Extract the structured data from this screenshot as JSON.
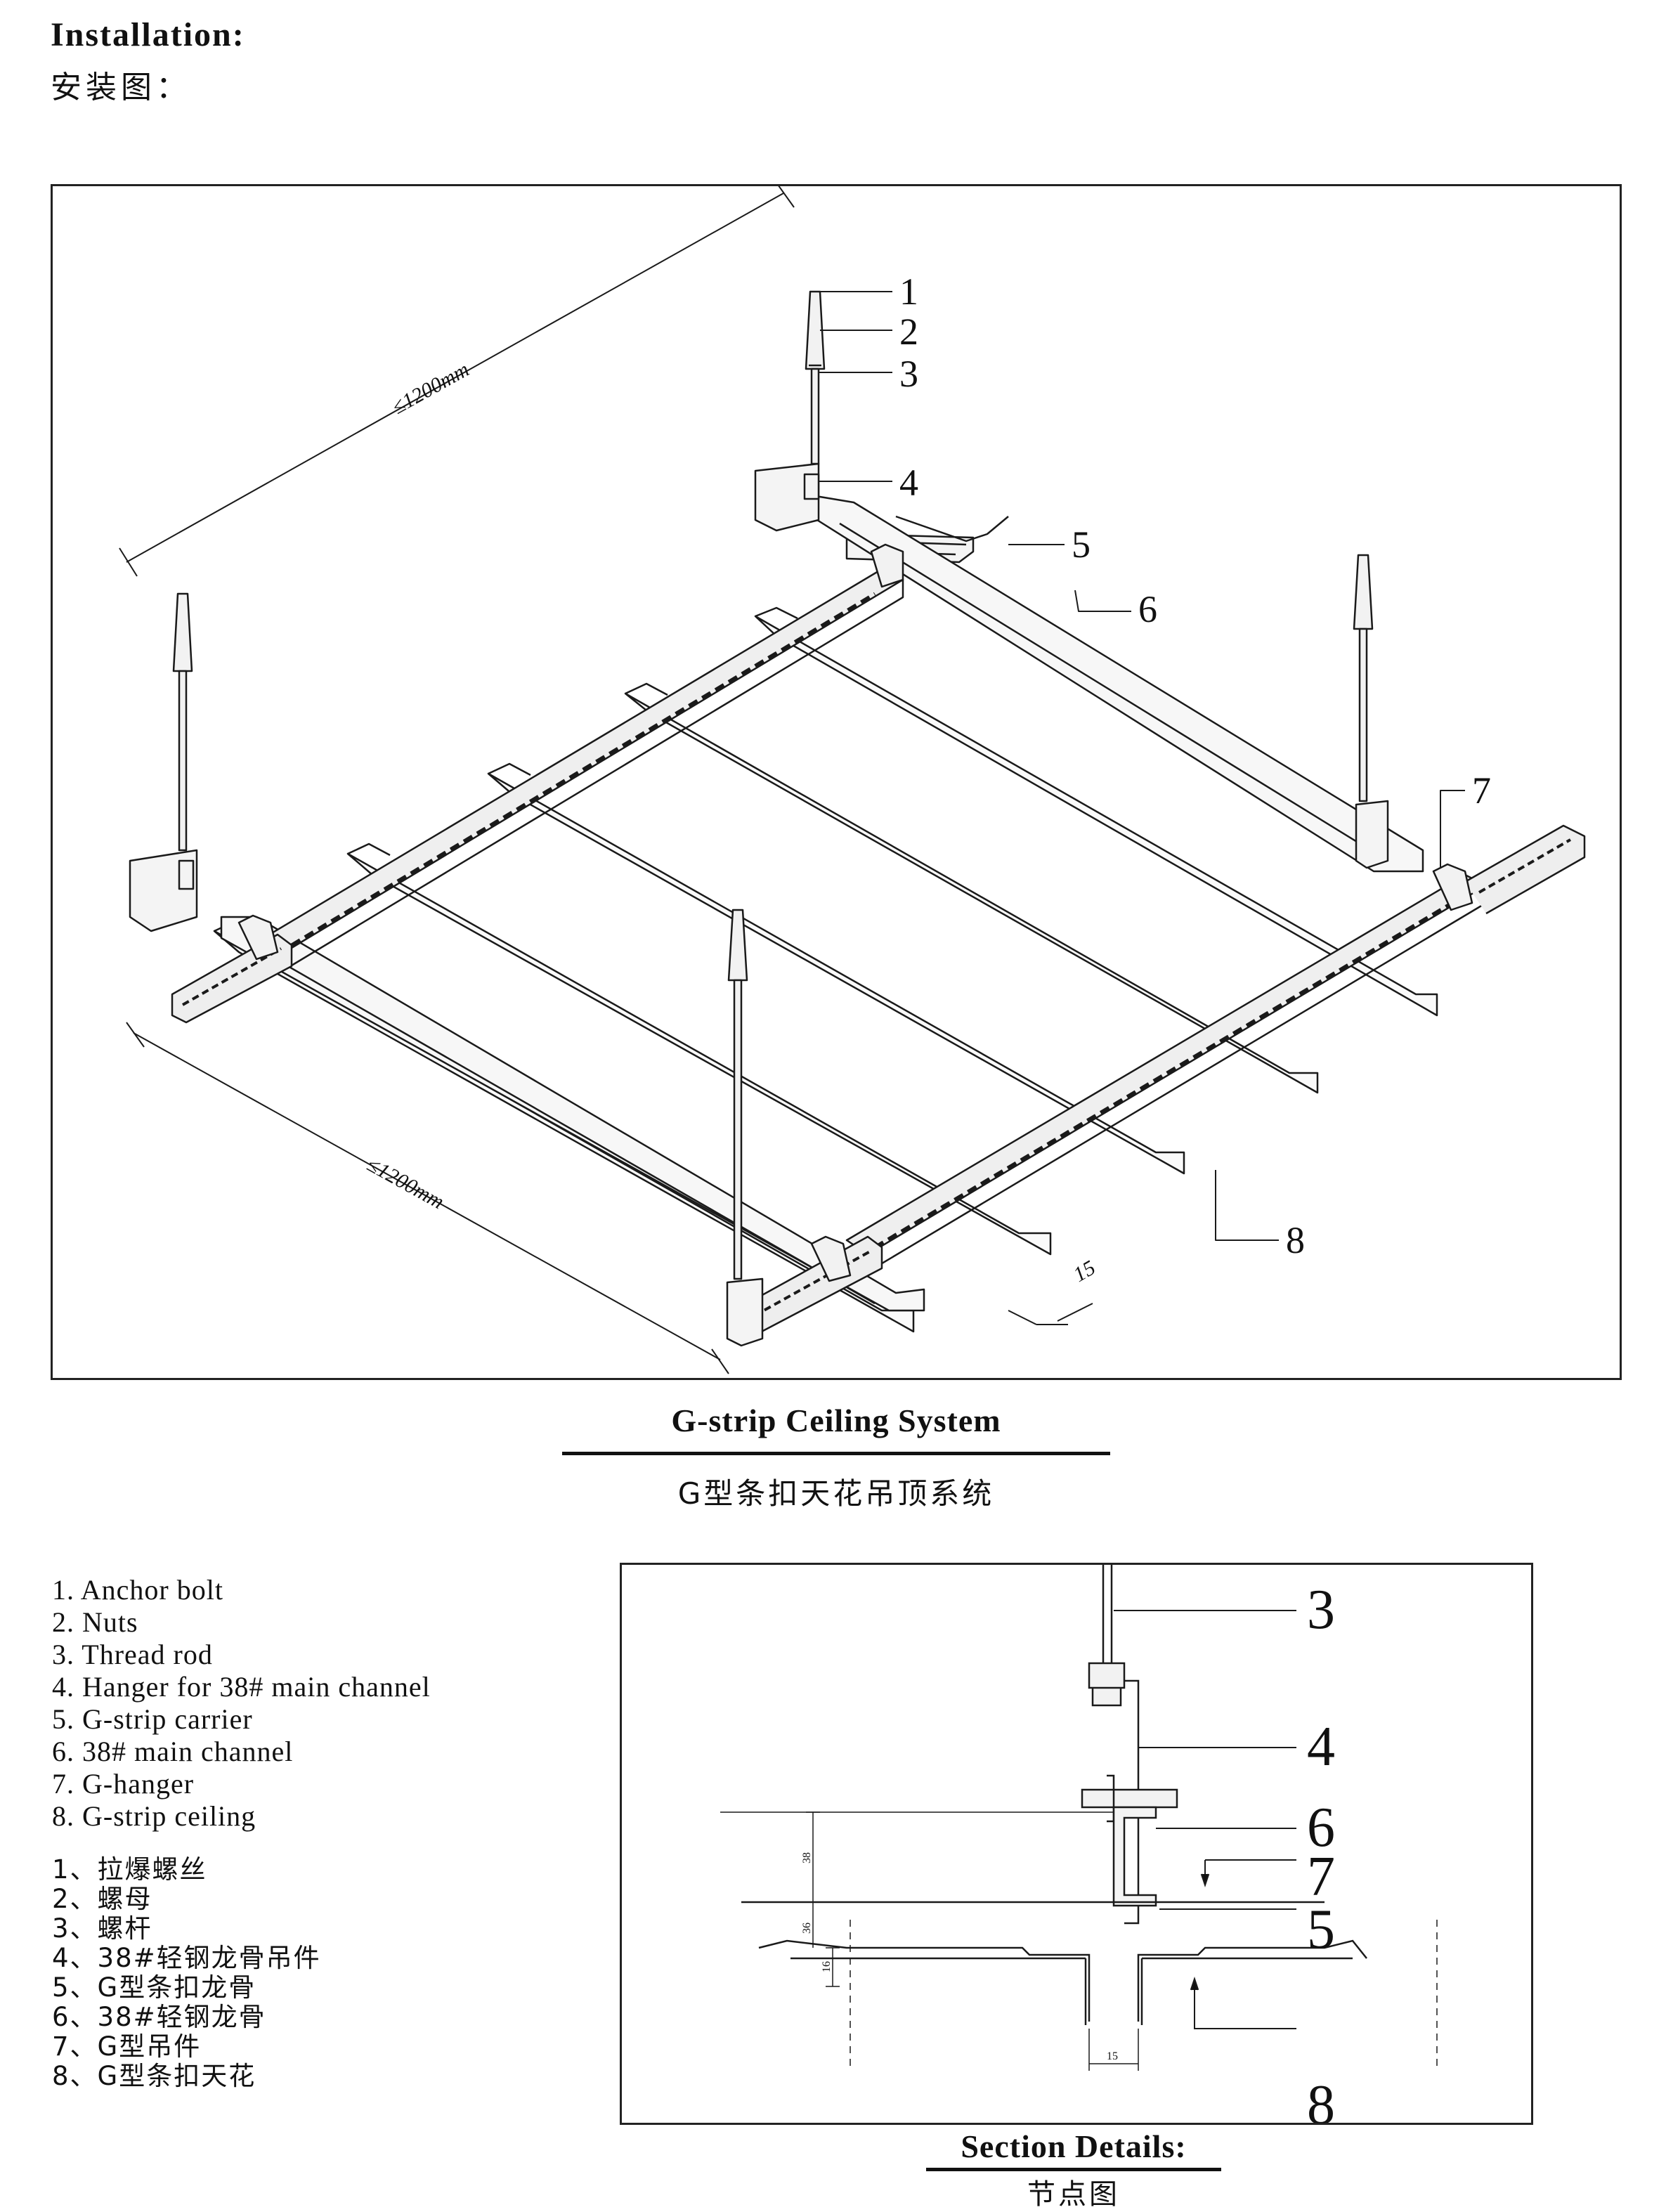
{
  "heading": {
    "en": "Installation:",
    "zh": "安装图："
  },
  "main_diagram": {
    "caption_en": "G-strip Ceiling System",
    "caption_zh": "G型条扣天花吊顶系统",
    "callouts": [
      "1",
      "2",
      "3",
      "4",
      "5",
      "6",
      "7",
      "8"
    ],
    "dimensions": {
      "top": "≤1200mm",
      "bottom": "≤1200mm",
      "gap": "15"
    }
  },
  "legend": {
    "en": [
      "1. Anchor bolt",
      "2. Nuts",
      "3. Thread rod",
      "4. Hanger for 38# main channel",
      "5. G-strip carrier",
      "6. 38# main channel",
      "7. G-hanger",
      "8. G-strip ceiling"
    ],
    "zh": [
      "1、拉爆螺丝",
      "2、螺母",
      "3、螺杆",
      "4、38#轻钢龙骨吊件",
      "5、G型条扣龙骨",
      "6、38#轻钢龙骨",
      "7、G型吊件",
      "8、G型条扣天花"
    ]
  },
  "section_diagram": {
    "callouts": [
      "3",
      "4",
      "6",
      "7",
      "5",
      "8"
    ],
    "dimensions": {
      "d1": "38",
      "d2": "36",
      "d3": "16",
      "d4": "15"
    },
    "caption_en": "Section Details:",
    "caption_zh": "节点图"
  }
}
